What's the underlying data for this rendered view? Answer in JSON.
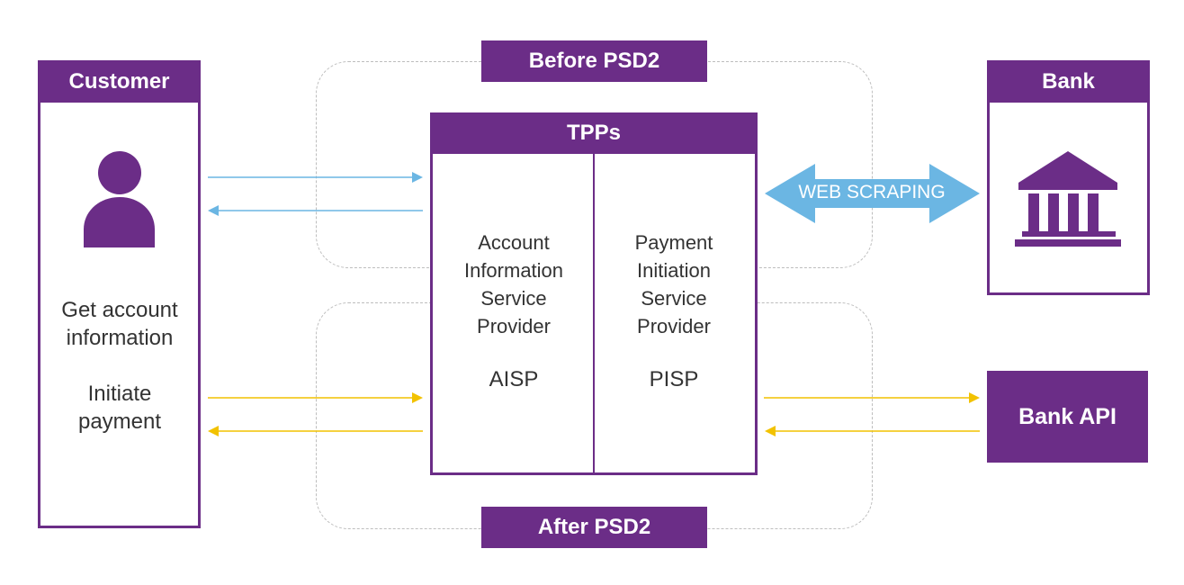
{
  "customer": {
    "title": "Customer",
    "get_info": "Get account information",
    "initiate": "Initiate payment"
  },
  "before_label": "Before PSD2",
  "after_label": "After PSD2",
  "tpps": {
    "title": "TPPs",
    "aisp_desc": "Account Information Service Provider",
    "aisp": "AISP",
    "pisp_desc": "Payment Initiation Service Provider",
    "pisp": "PISP"
  },
  "web_scraping": "WEB SCRAPING",
  "bank": {
    "title": "Bank"
  },
  "bank_api": "Bank API",
  "colors": {
    "purple": "#6b2d87",
    "blue": "#6bb6e3",
    "yellow": "#f2c200",
    "dashed": "#bdbdbd"
  }
}
